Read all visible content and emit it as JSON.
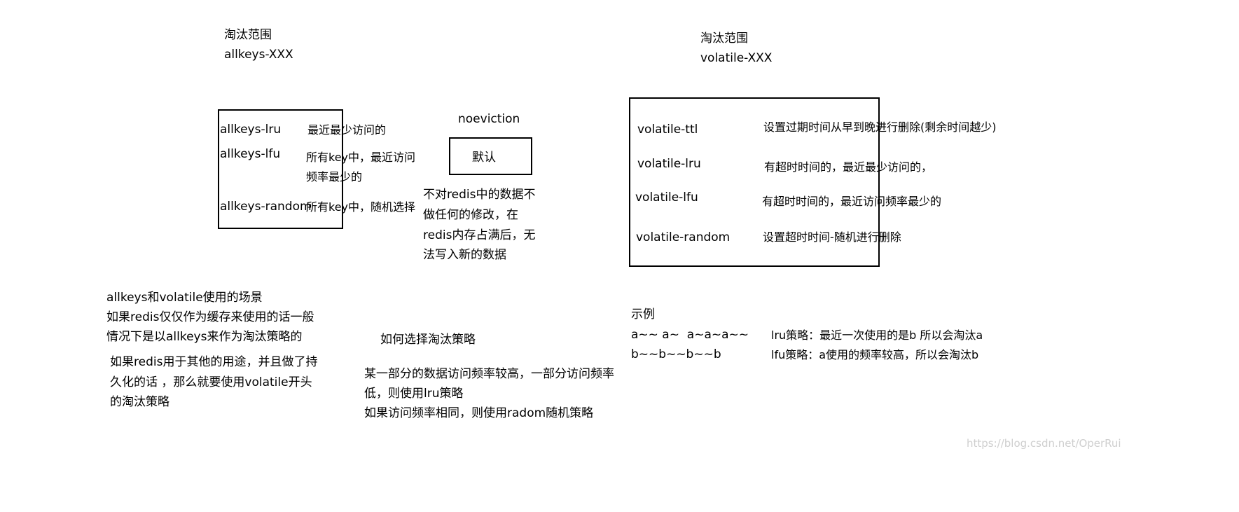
{
  "left_scope": {
    "title": "淘汰范围",
    "subtitle": "allkeys-XXX"
  },
  "allkeys_box": {
    "items": [
      {
        "name": "allkeys-lru",
        "desc": "最近最少访问的"
      },
      {
        "name": "allkeys-lfu",
        "desc": "所有key中，最近访问",
        "desc2": "频率最少的"
      },
      {
        "name": "allkeys-random",
        "desc": "所有key中，随机选择"
      }
    ]
  },
  "noeviction": {
    "label": "noeviction",
    "box_text": "默认",
    "desc": [
      "不对redis中的数据不",
      "做任何的修改，在",
      "redis内存占满后，无",
      "法写入新的数据"
    ]
  },
  "right_scope": {
    "title": "淘汰范围",
    "subtitle": "volatile-XXX"
  },
  "volatile_box": {
    "items": [
      {
        "name": "volatile-ttl",
        "desc": "设置过期时间从早到晚进行删除(剩余时间越少)"
      },
      {
        "name": "volatile-lru",
        "desc": "有超时时间的，最近最少访问的，"
      },
      {
        "name": "volatile-lfu",
        "desc": "有超时时间的，最近访问频率最少的"
      },
      {
        "name": "volatile-random",
        "desc": "设置超时时间-随机进行删除"
      }
    ]
  },
  "scenario": {
    "lines": [
      "allkeys和volatile使用的场景",
      "如果redis仅仅作为缓存来使用的话一般",
      "情况下是以allkeys来作为淘汰策略的"
    ],
    "lines2": [
      "如果redis用于其他的用途，并且做了持",
      "久化的话 ，那么就要使用volatile开头",
      "的淘汰策略"
    ]
  },
  "choose": {
    "title": "如何选择淘汰策略",
    "lines": [
      "某一部分的数据访问频率较高，一部分访问频率",
      "低，则使用lru策略",
      "如果访问频率相同，则使用radom随机策略"
    ]
  },
  "example": {
    "title": "示例",
    "seq1": "a~~ a~  a~a~a~~",
    "seq2": "b~~b~~b~~b",
    "lru": "lru策略：最近一次使用的是b 所以会淘汰a",
    "lfu": "lfu策略：a使用的频率较高，所以会淘汰b"
  },
  "watermark": "https://blog.csdn.net/OperRui"
}
